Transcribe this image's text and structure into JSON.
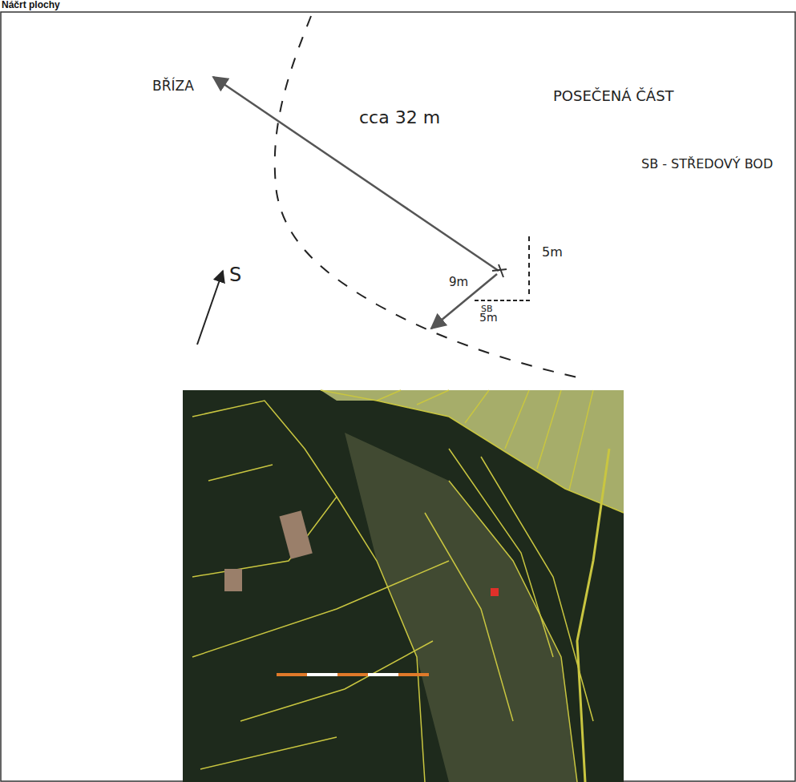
{
  "diagram": {
    "title": "Náčrt plochy",
    "labels": [
      "BŘÍZA",
      "cca 32 m",
      "POSEČENÁ ČÁST",
      "S",
      "9m",
      "SB",
      "5m",
      "5m",
      "SB - STŘEDOVÝ BOD"
    ]
  }
}
